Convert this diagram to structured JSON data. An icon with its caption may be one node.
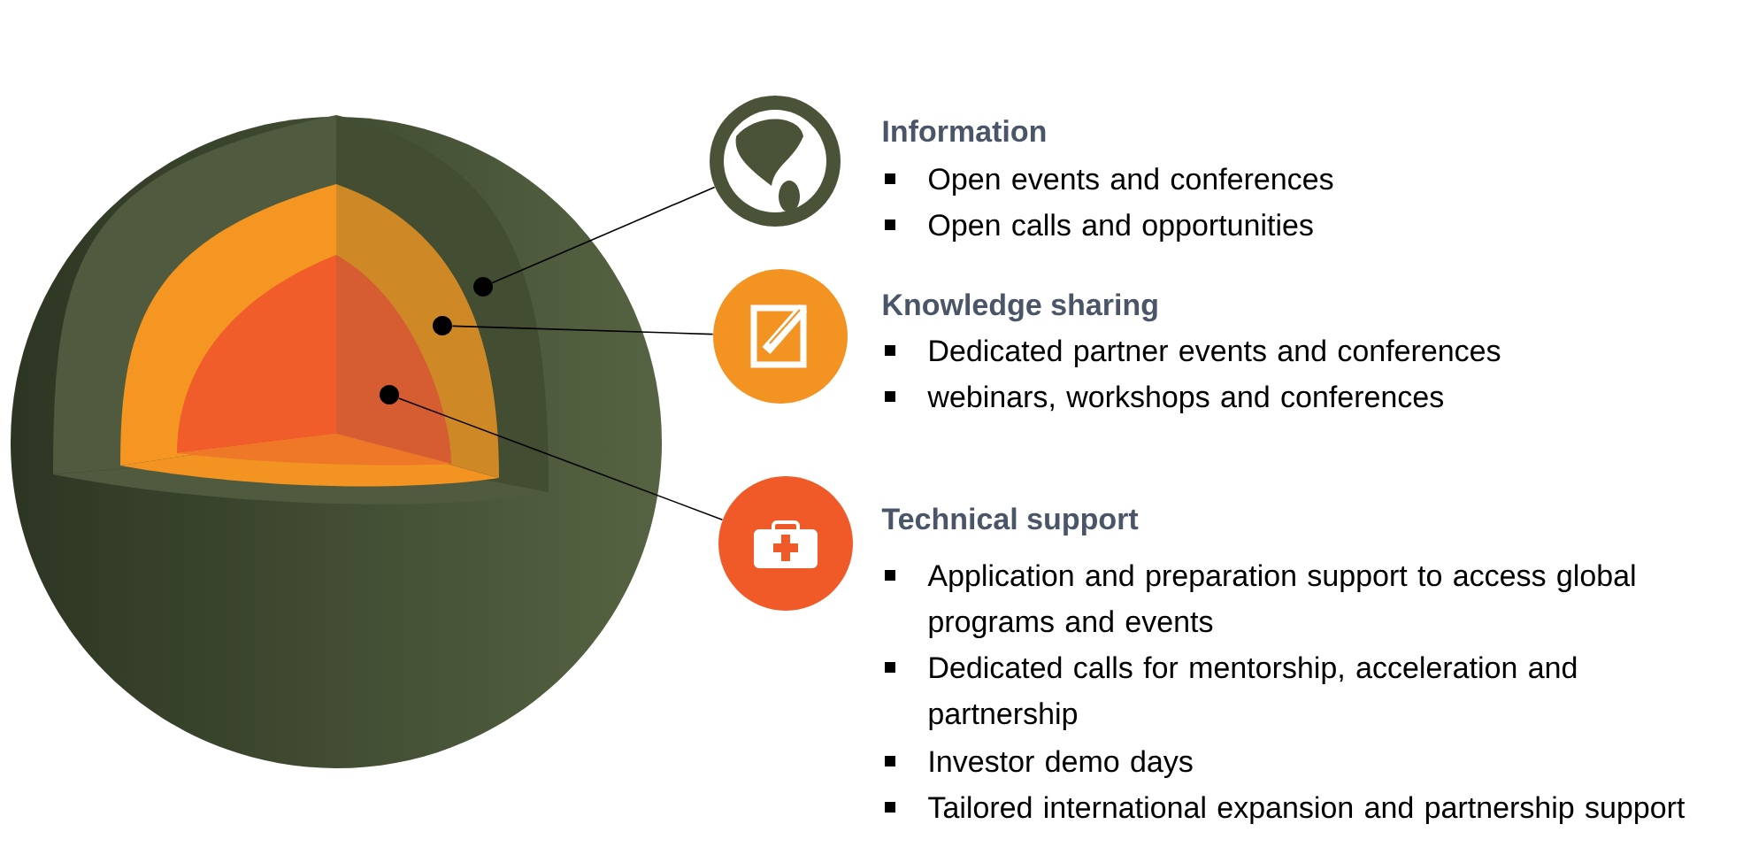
{
  "diagram": {
    "nodes": [
      {
        "text": [
          "Information",
          "Open events and conferences",
          "Open calls and opportunities"
        ]
      },
      {
        "text": [
          "Knowledge sharing",
          "Dedicated partner events and conferences",
          "webinars, workshops and conferences"
        ]
      },
      {
        "text": [
          "Technical support",
          "Application and preparation support to access global programs and events",
          "Dedicated calls for mentorship, acceleration and partnership",
          "Investor demo days",
          "Tailored international expansion and partnership support"
        ]
      },
      {
        "text": [],
        "shape": "circle"
      },
      {
        "text": [],
        "shape": "circle"
      },
      {
        "text": [],
        "shape": "circle"
      }
    ],
    "edges": [
      {
        "from": 0,
        "to": 3,
        "arrow": "none"
      },
      {
        "from": 1,
        "to": 4,
        "arrow": "none"
      },
      {
        "from": 2,
        "to": 5,
        "arrow": "none"
      }
    ]
  }
}
